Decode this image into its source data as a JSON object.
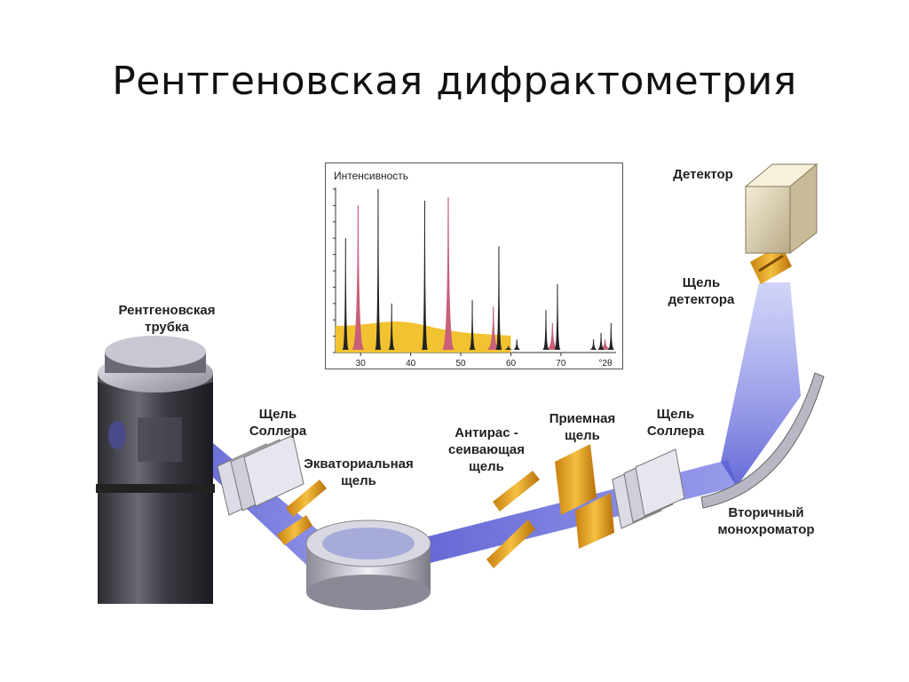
{
  "title": "Рентгеновская дифрактометрия",
  "labels": {
    "tube": "Рентгеновская\nтрубка",
    "soller1": "Щель\nСоллера",
    "equatorial": "Экваториальная\nщель",
    "antiscatter": "Антирас -\nсеивающая\nщель",
    "receiving": "Приемная\nщель",
    "soller2": "Щель\nСоллера",
    "secondary_mono": "Вторичный\nмонохроматор",
    "detector_slit": "Щель\nдетектора",
    "detector": "Детектор"
  },
  "colors": {
    "beam": "#4a4fd0",
    "yellow_fill": "#f2c330",
    "pink_peak": "#c8607a",
    "black_peak": "#222222",
    "slit": "#e0a020"
  },
  "chart_data": {
    "type": "line",
    "ylabel": "Интенсивность",
    "xlabel": "°2θ",
    "x_ticks": [
      30,
      40,
      50,
      60,
      70
    ],
    "xlim": [
      25,
      81
    ],
    "ylim": [
      0,
      100
    ],
    "series": [
      {
        "color": "pink",
        "peaks": [
          [
            29.5,
            90
          ],
          [
            47.5,
            95
          ],
          [
            56.5,
            28
          ],
          [
            68.3,
            18
          ],
          [
            78.8,
            8
          ]
        ]
      },
      {
        "color": "black",
        "peaks": [
          [
            27.0,
            70
          ],
          [
            33.5,
            100
          ],
          [
            36.2,
            30
          ],
          [
            42.8,
            93
          ],
          [
            52.3,
            32
          ],
          [
            57.6,
            65
          ],
          [
            59.5,
            4
          ],
          [
            61.2,
            8
          ],
          [
            67.0,
            26
          ],
          [
            69.3,
            42
          ],
          [
            76.5,
            8
          ],
          [
            78.0,
            12
          ],
          [
            80.0,
            18
          ]
        ]
      }
    ],
    "background_area": {
      "color": "yellow"
    }
  }
}
